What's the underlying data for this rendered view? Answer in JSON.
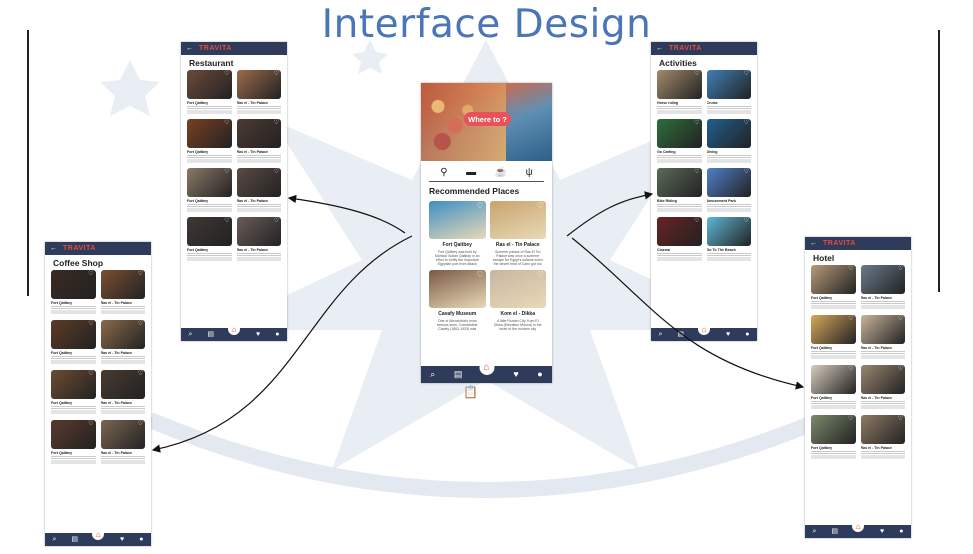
{
  "title": "Interface Design",
  "brand": "TRAVITA",
  "colors": {
    "title": "#4a76b8",
    "header": "#2f3b5b",
    "brand": "#e74c3c",
    "accent": "#e8525a"
  },
  "screens": {
    "restaurant": {
      "title": "Restaurant",
      "items": [
        {
          "name": "Fort Qaitbey",
          "thumb": "#6b4a3a"
        },
        {
          "name": "Ras el - Tin Palace",
          "thumb": "#9a6b4c"
        },
        {
          "name": "Fort Qaitbey",
          "thumb": "#7a3f22"
        },
        {
          "name": "Ras el - Tin Palace",
          "thumb": "#4c3a32"
        },
        {
          "name": "Fort Qaitbey",
          "thumb": "#8c7a66"
        },
        {
          "name": "Ras el - Tin Palace",
          "thumb": "#5a4a44"
        },
        {
          "name": "Fort Qaitbey",
          "thumb": "#3e3835"
        },
        {
          "name": "Ras el - Tin Palace",
          "thumb": "#6a5c58"
        }
      ]
    },
    "coffee": {
      "title": "Coffee Shop",
      "items": [
        {
          "name": "Fort Qaitbey",
          "thumb": "#3a2a22"
        },
        {
          "name": "Ras el - Tin Palace",
          "thumb": "#7a4f33"
        },
        {
          "name": "Fort Qaitbey",
          "thumb": "#5c3b26"
        },
        {
          "name": "Ras el - Tin Palace",
          "thumb": "#8a6a4a"
        },
        {
          "name": "Fort Qaitbey",
          "thumb": "#6d4b32"
        },
        {
          "name": "Ras el - Tin Palace",
          "thumb": "#4a3a2e"
        },
        {
          "name": "Fort Qaitbey",
          "thumb": "#5a3a2c"
        },
        {
          "name": "Ras el - Tin Palace",
          "thumb": "#7c6552"
        }
      ]
    },
    "activities": {
      "title": "Activities",
      "items": [
        {
          "name": "Horse riding",
          "thumb": "#a38a6c"
        },
        {
          "name": "Cruise",
          "thumb": "#3f7fb8"
        },
        {
          "name": "Go Carting",
          "thumb": "#2e6e3a"
        },
        {
          "name": "Diving",
          "thumb": "#1f5f8f"
        },
        {
          "name": "Bike Riding",
          "thumb": "#5a6a58"
        },
        {
          "name": "Amusement Park",
          "thumb": "#4f7fc8"
        },
        {
          "name": "Cinema",
          "thumb": "#6a2222"
        },
        {
          "name": "Go To The Beach",
          "thumb": "#5cb8d6"
        }
      ]
    },
    "hotel": {
      "title": "Hotel",
      "items": [
        {
          "name": "Fort Qaitbey",
          "thumb": "#b89a7a"
        },
        {
          "name": "Ras el - Tin Palace",
          "thumb": "#6a7a8a"
        },
        {
          "name": "Fort Qaitbey",
          "thumb": "#d7a65a"
        },
        {
          "name": "Ras el - Tin Palace",
          "thumb": "#c9b49a"
        },
        {
          "name": "Fort Qaitbey",
          "thumb": "#d8cdbf"
        },
        {
          "name": "Ras el - Tin Palace",
          "thumb": "#9a8670"
        },
        {
          "name": "Fort Qaitbey",
          "thumb": "#7a8a6a"
        },
        {
          "name": "Ras el - Tin Palace",
          "thumb": "#8f7a66"
        }
      ]
    }
  },
  "center": {
    "where_label": "Where to ?",
    "recommended_title": "Recommended Places",
    "places": [
      {
        "name": "Fort Qaitbey",
        "desc": "Fort Qaitbey was built by Mamluk Sultan Qaitbay in an effort to fortify the important Egyptian port from attack",
        "thumb": "#3e8fc2"
      },
      {
        "name": "Ras el - Tin Palace",
        "desc": "Summer palace of Ras El Tin Palace was once a summer escape for Egypt's sultans when the desert heat of Cairo got too much to bear",
        "thumb": "#c9a46c"
      },
      {
        "name": "Cavafy Museum",
        "desc": "One of Alexandria's most famous sons, Constantine Cavafy (1863-1933) was",
        "thumb": "#7a5a44"
      },
      {
        "name": "Kom el - Dikka",
        "desc": "A little Roman City. Kom El Dikka (Elevation Mound) in the heart of the modern city",
        "thumb": "#c8b6a0"
      }
    ]
  },
  "nav": {
    "search": "⌕",
    "list": "▤",
    "home": "⌂",
    "heart": "♥",
    "profile": "●"
  }
}
